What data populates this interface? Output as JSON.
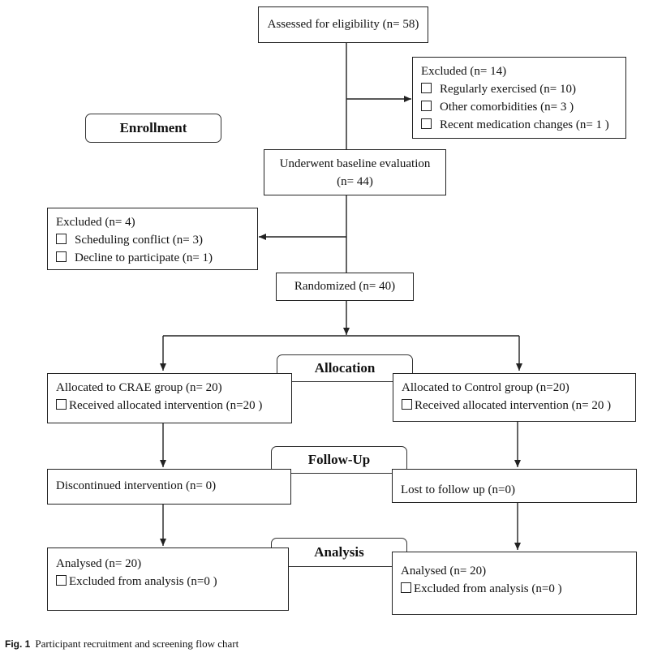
{
  "boxes": {
    "assessed": "Assessed for eligibility (n= 58)",
    "excluded1": {
      "title": "Excluded (n= 14)",
      "items": [
        "Regularly exercised (n= 10)",
        "Other comorbidities (n= 3 )",
        "Recent medication changes (n= 1 )"
      ]
    },
    "baseline": {
      "line1": "Underwent baseline evaluation",
      "line2": "(n= 44)"
    },
    "excluded2": {
      "title": "Excluded (n= 4)",
      "items": [
        "Scheduling conflict (n= 3)",
        "Decline to participate (n= 1)"
      ]
    },
    "randomized": "Randomized (n= 40)",
    "crae": {
      "title": "Allocated to CRAE group (n= 20)",
      "item": "Received allocated intervention (n=20  )"
    },
    "control": {
      "title": "Allocated to Control group (n=20)",
      "item": "Received allocated intervention (n= 20 )"
    },
    "discontinued": "Discontinued intervention (n= 0)",
    "lost": "Lost to follow up (n=0)",
    "analysed_left": {
      "title": "Analysed (n= 20)",
      "item": "Excluded from analysis (n=0 )"
    },
    "analysed_right": {
      "title": "Analysed (n= 20)",
      "item": "Excluded from analysis (n=0 )"
    }
  },
  "stages": {
    "enrollment": "Enrollment",
    "allocation": "Allocation",
    "followup": "Follow-Up",
    "analysis": "Analysis"
  },
  "caption": {
    "label": "Fig. 1",
    "text": "Participant recruitment and screening flow chart"
  }
}
